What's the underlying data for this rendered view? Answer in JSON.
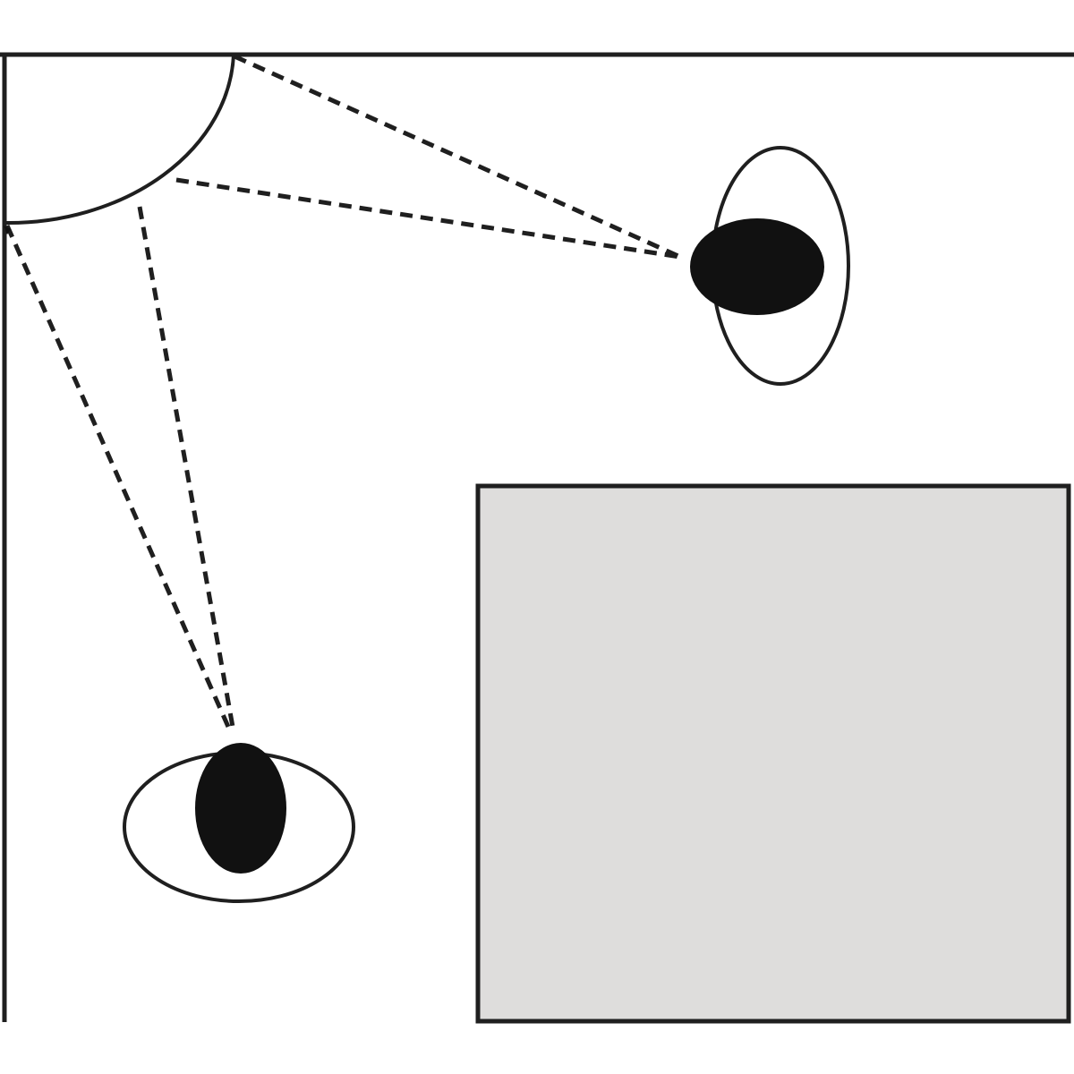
{
  "colors": {
    "line": "#1f1f1f",
    "figure_fill": "#111111",
    "background": "#ffffff",
    "block_fill": "#dedddc"
  },
  "elements": [
    "room-walls",
    "corner-mirror-arc",
    "top-right-person",
    "bottom-left-person",
    "gray-obstruction-block",
    "dashed-sight-lines"
  ]
}
